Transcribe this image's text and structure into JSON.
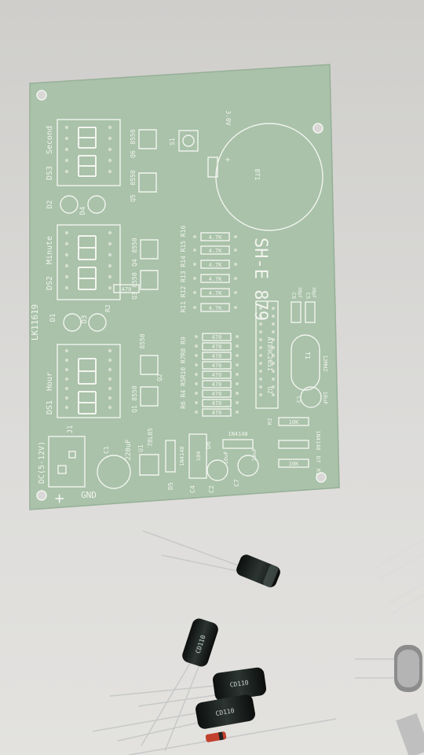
{
  "photo": {
    "background_color": "#d9d8d6",
    "board_color": "#a9c2a9",
    "silk_color": "#f2f4ef"
  },
  "board": {
    "title": "SH-E 879",
    "model": "LK11619",
    "power_label": "DC(5-12V)",
    "plus_label": "+",
    "gnd_label": "GND",
    "jack_label": "J1",
    "displays": [
      {
        "ref": "DS1",
        "label": "Hour"
      },
      {
        "ref": "DS2",
        "label": "Minute"
      },
      {
        "ref": "DS3",
        "label": "Second"
      }
    ],
    "transistor_refs": [
      "Q1",
      "Q2",
      "Q3",
      "Q4",
      "Q5",
      "Q6"
    ],
    "transistor_type": "8550",
    "resistor_value_low": "470",
    "resistor_value_high": "4.7K",
    "resistor_value_10k": "10K",
    "resistor_refs_a": "R6 R4 R5R10 R7R8 R9",
    "resistor_refs_b": "R11 R12 R13 R14 R15 R16",
    "r2_label": "R2",
    "r3_label": "R3",
    "r1_label": "R1",
    "ic_label": "AT89C2051",
    "u2_label": "U2",
    "u1_label": "U1",
    "regulator_label": "78L05",
    "crystal_ref": "T1",
    "crystal_label": "12MHZ",
    "battery_ref": "BT1",
    "battery_voltage": "3.0V",
    "switch_ref": "S1",
    "c1_ref": "C1",
    "c1_value": "220uF",
    "c2_ref": "C2",
    "c3_ref": "C3",
    "c4_ref": "C4",
    "c4_value": "104",
    "c5_ref": "C5",
    "c6_ref": "C6",
    "c7_ref": "C7",
    "cap_10uf": "10uF",
    "cap_30pf": "30pF",
    "diode_type": "1N4148",
    "d5_ref": "D5",
    "d6_ref": "D6",
    "d7_ref": "D7",
    "led_refs": [
      "D1",
      "D2",
      "D3",
      "D4"
    ]
  },
  "parts": {
    "cap_a_label": "CD110",
    "cap_b_label": "CD110",
    "cap_c_label": "CD110"
  }
}
